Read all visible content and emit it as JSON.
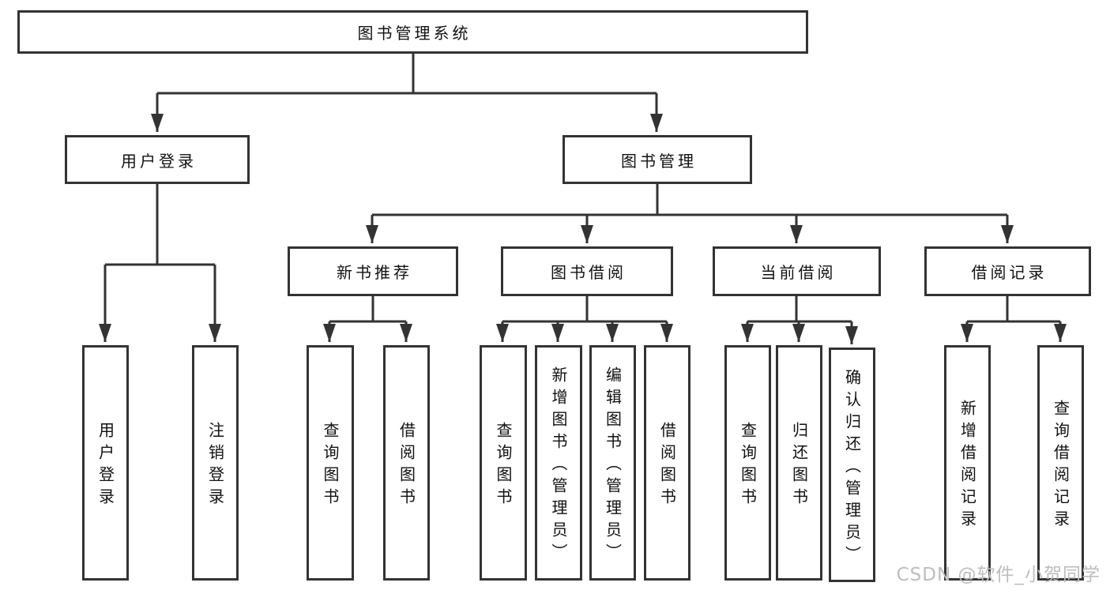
{
  "nodes": {
    "root": "图书管理系统",
    "level2": [
      "用户登录",
      "图书管理"
    ],
    "level3": [
      "新书推荐",
      "图书借阅",
      "当前借阅",
      "借阅记录"
    ],
    "leaves": [
      [
        "用户登录",
        "注销登录"
      ],
      [
        "查询图书",
        "借阅图书"
      ],
      [
        "查询图书",
        "新增图书（管理员）",
        "编辑图书（管理员）",
        "借阅图书"
      ],
      [
        "查询图书",
        "归还图书",
        "确认归还（管理员）"
      ],
      [
        "新增借阅记录",
        "查询借阅记录"
      ]
    ]
  },
  "watermark": "CSDN @软件_小贺同学",
  "colors": {
    "line": "#333333",
    "box_border": "#333333",
    "text": "#111111",
    "watermark": "#bdbdbd",
    "background": "#ffffff"
  }
}
